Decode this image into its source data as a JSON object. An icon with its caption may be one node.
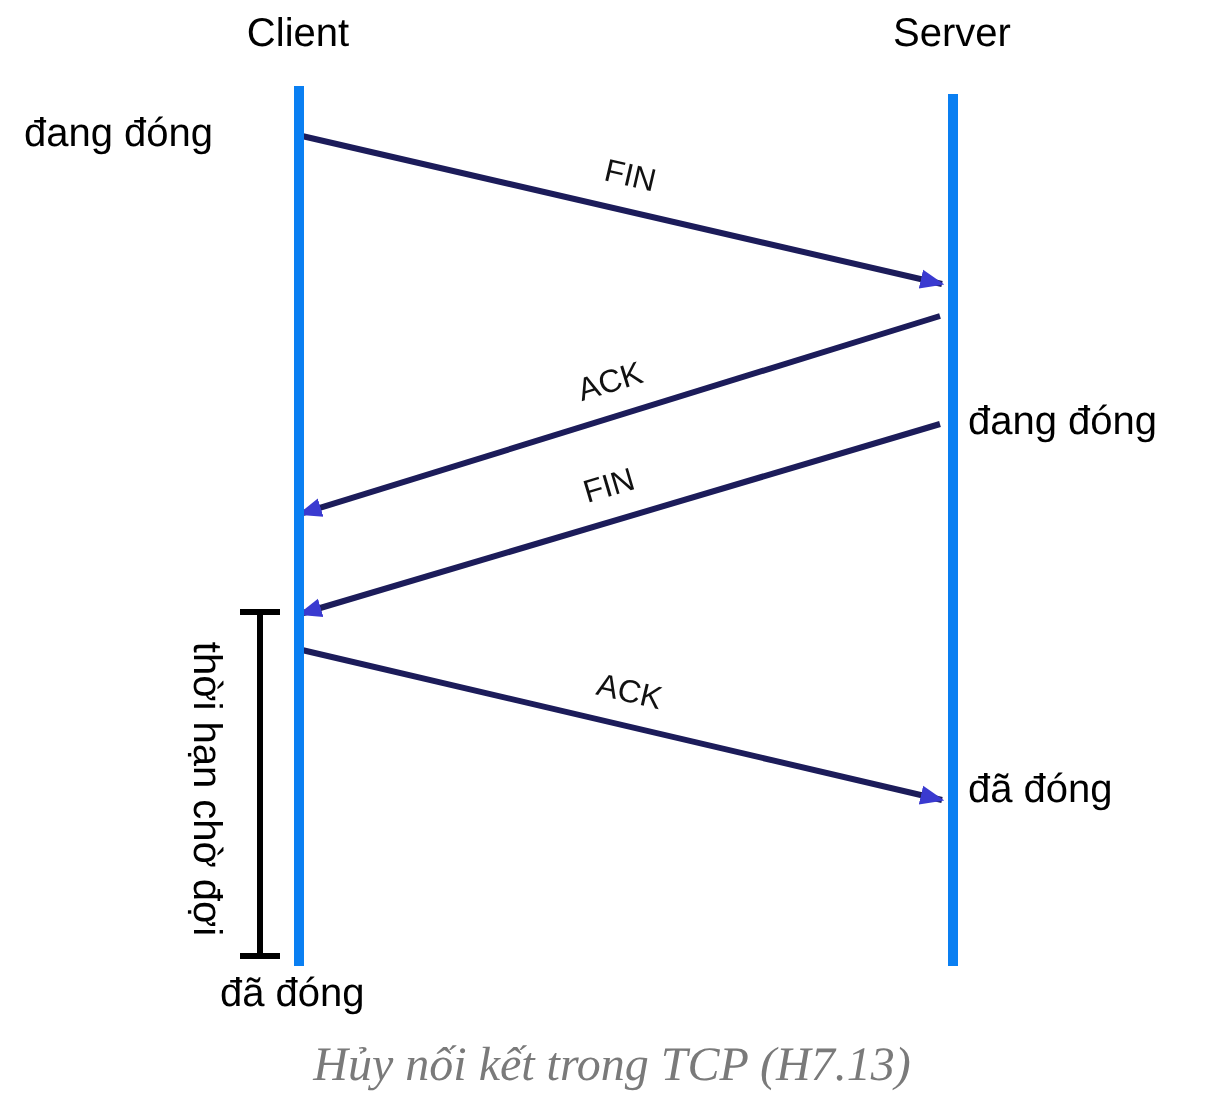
{
  "diagram": {
    "caption": "Hủy nối kết trong TCP (H7.13)",
    "nodes": [
      {
        "text": [
          "Client"
        ]
      },
      {
        "text": [
          "Server"
        ]
      }
    ],
    "edges": [
      {
        "from": 0,
        "to": 1,
        "arrow": "to",
        "label": "FIN"
      },
      {
        "from": 1,
        "to": 0,
        "arrow": "to",
        "label": "ACK"
      },
      {
        "from": 1,
        "to": 0,
        "arrow": "to",
        "label": "FIN"
      },
      {
        "from": 0,
        "to": 1,
        "arrow": "to",
        "label": "ACK"
      }
    ],
    "labels": [
      "đang đóng",
      "đang đóng",
      "đã đóng",
      "thời hạn chờ đợi",
      "đã đóng"
    ]
  }
}
